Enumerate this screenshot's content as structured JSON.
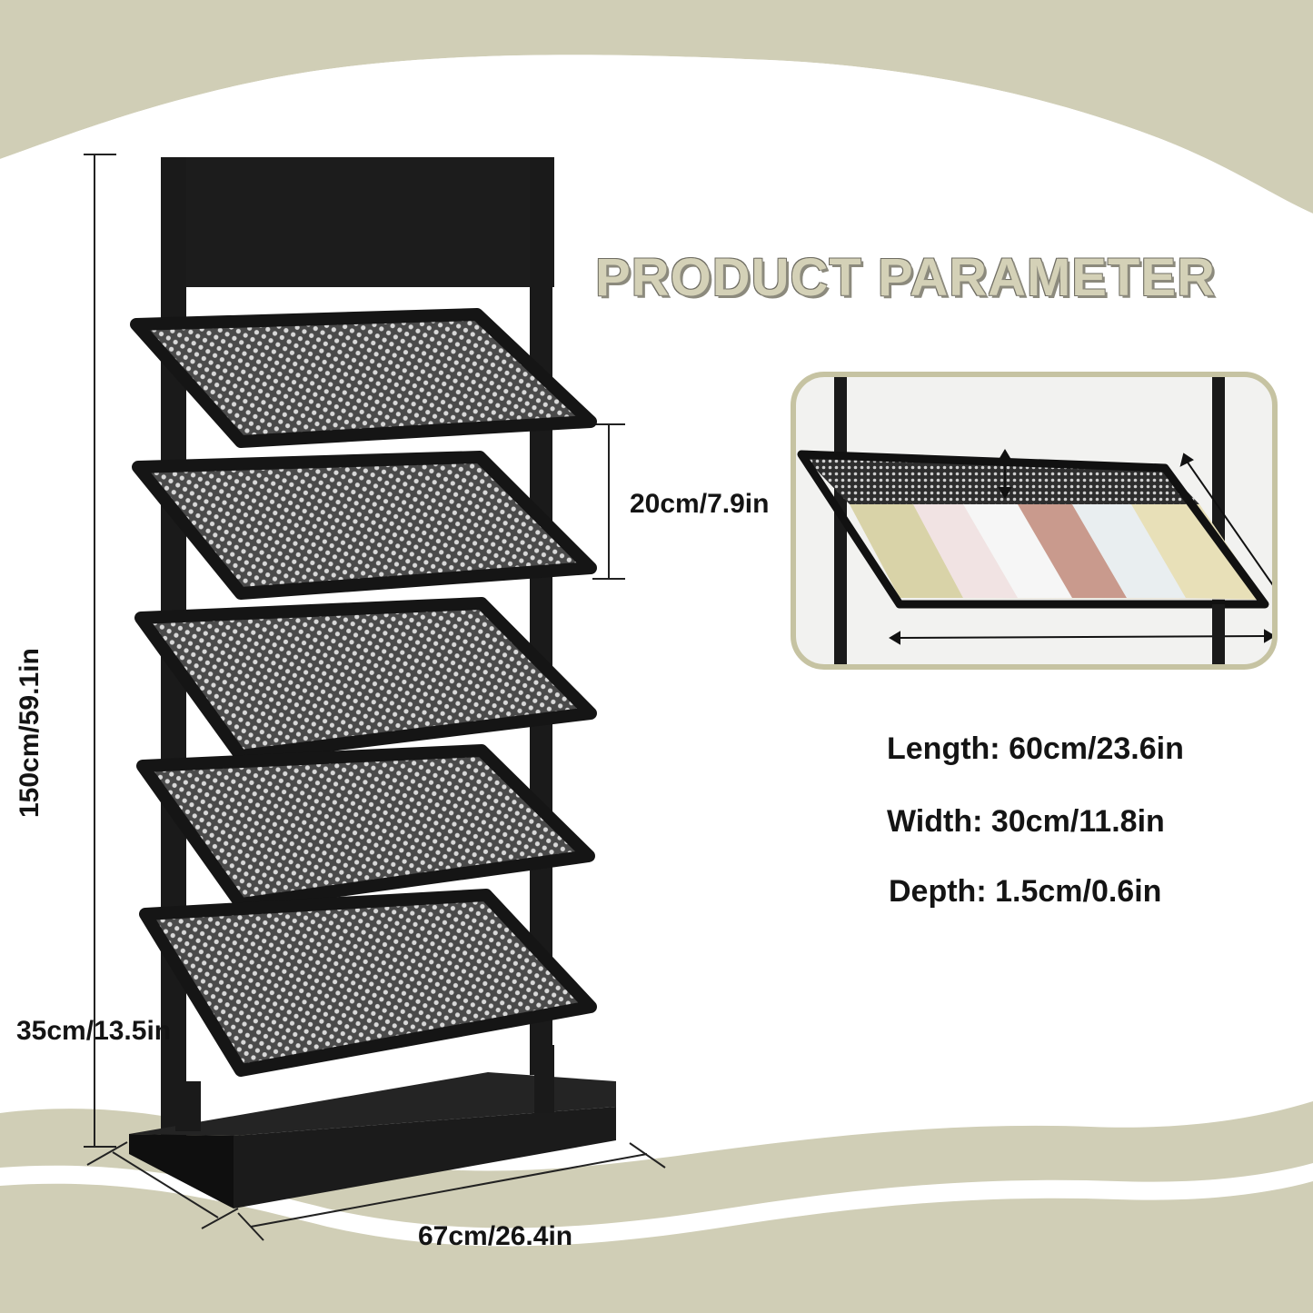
{
  "title": "PRODUCT PARAMETER",
  "dimensions": {
    "height": "150cm/59.1in",
    "shelf_spacing": "20cm/7.9in",
    "base_depth": "35cm/13.5in",
    "base_width": "67cm/26.4in"
  },
  "shelf_specs": {
    "length": "Length: 60cm/23.6in",
    "width": "Width: 30cm/11.8in",
    "depth": "Depth: 1.5cm/0.6in"
  },
  "product": {
    "shelf_count": 5
  },
  "colors": {
    "background_band": "#d0ceb6",
    "frame": "#141414",
    "inset_border": "#c6c3a2",
    "text": "#141414"
  }
}
